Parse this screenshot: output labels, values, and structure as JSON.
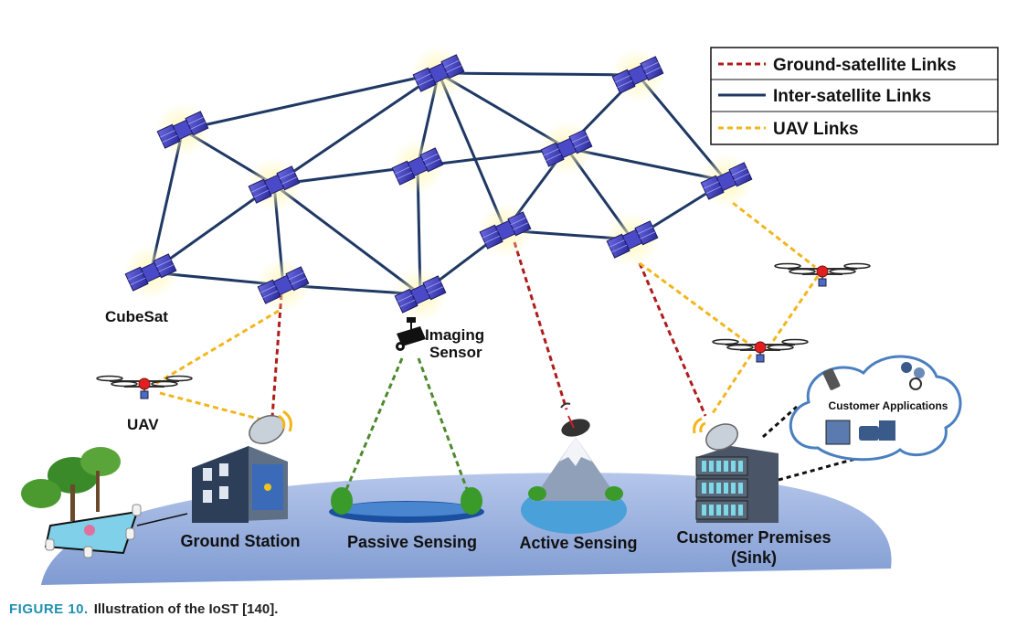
{
  "legend": {
    "ground_satellite": "Ground-satellite Links",
    "inter_satellite": "Inter-satellite Links",
    "uav": "UAV Links"
  },
  "labels": {
    "cubesat": "CubeSat",
    "uav": "UAV",
    "imaging_line1": "Imaging",
    "imaging_line2": "Sensor",
    "customer_applications": "Customer Applications",
    "ground_station": "Ground Station",
    "passive_sensing": "Passive Sensing",
    "active_sensing": "Active Sensing",
    "customer_premises_line1": "Customer Premises",
    "customer_premises_line2": "(Sink)"
  },
  "caption": {
    "figure": "FIGURE 10.",
    "text": "Illustration of the IoST [140]."
  },
  "colors": {
    "ground_satellite_link": "#b01b1b",
    "inter_satellite_link": "#1f3864",
    "uav_link": "#f2b61c",
    "passive_link": "#4e8a2e",
    "ground_plane": "#8fa8d8",
    "caption_accent": "#1f8fb0"
  }
}
